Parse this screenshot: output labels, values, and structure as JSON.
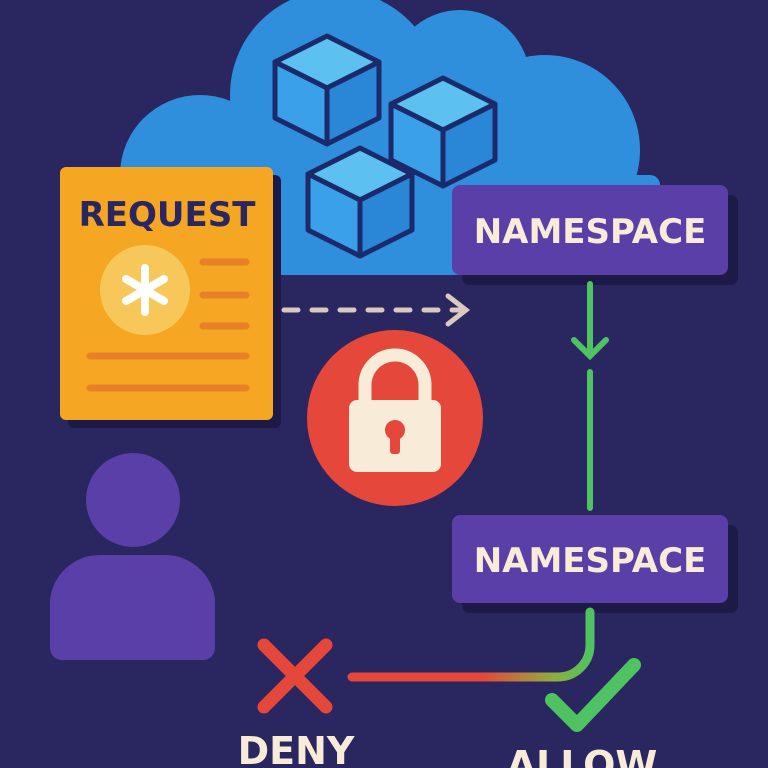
{
  "request": {
    "title": "REQUEST"
  },
  "namespaces": [
    {
      "label": "NAMESPACE"
    },
    {
      "label": "NAMESPACE"
    }
  ],
  "outcomes": {
    "deny": "DENY",
    "allow": "ALLOW"
  },
  "icons": [
    "cloud-icon",
    "cube-icon",
    "document-icon",
    "asterisk-icon",
    "lock-icon",
    "user-icon",
    "x-icon",
    "check-icon"
  ],
  "colors": {
    "background": "#2a2660",
    "cloud": "#2f8fdc",
    "cube": "#3aa0ea",
    "request": "#f5a623",
    "namespace": "#5a3fa8",
    "lock": "#e5473a",
    "allow": "#4fc261",
    "deny": "#e5473a",
    "text": "#f8ecd8"
  }
}
